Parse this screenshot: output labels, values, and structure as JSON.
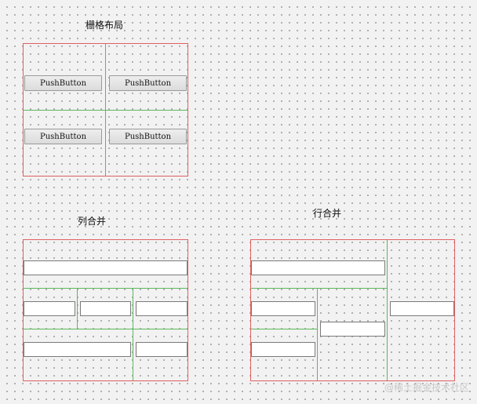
{
  "grid_layout": {
    "title": "栅格布局",
    "buttons": [
      {
        "label": "PushButton"
      },
      {
        "label": "PushButton"
      },
      {
        "label": "PushButton"
      },
      {
        "label": "PushButton"
      }
    ]
  },
  "column_merge": {
    "title": "列合并"
  },
  "row_merge": {
    "title": "行合并"
  },
  "watermark": "@稀土掘金技术社区",
  "colors": {
    "layout_border": "#e06060",
    "grid_line": "#5cb85c"
  }
}
